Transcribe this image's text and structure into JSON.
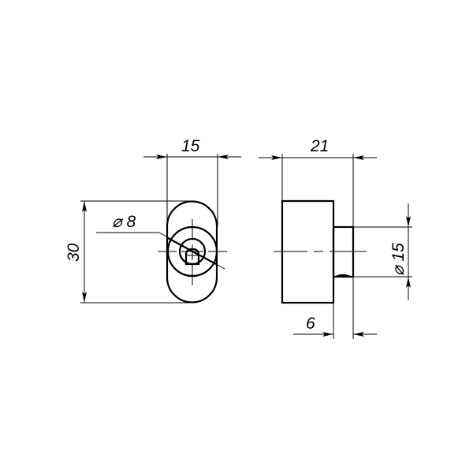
{
  "drawing": {
    "front_view": {
      "dimensions": {
        "width": "15",
        "height": "30",
        "inner_diameter": "⌀ 8"
      }
    },
    "side_view": {
      "dimensions": {
        "length": "21",
        "shaft_length": "6",
        "shaft_diameter": "⌀ 15"
      }
    }
  },
  "colors": {
    "line": "#000000",
    "background": "#ffffff"
  }
}
